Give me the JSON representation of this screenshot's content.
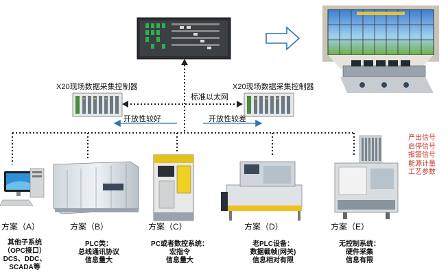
{
  "controllers": {
    "left_label": "X20现场数据采集控制器",
    "right_label": "X20现场数据采集控制器"
  },
  "network": {
    "ethernet_label": "标准以太网",
    "openness_good": "开放性较好",
    "openness_poor": "开放性较差"
  },
  "signals": [
    "产出信号",
    "启停信号",
    "报警信号",
    "能源计量",
    "工艺参数"
  ],
  "schemes": [
    {
      "label": "方案（A）",
      "desc": [
        "其他子系统",
        "（OPC接口）",
        "DCS、DDC、",
        "SCADA等"
      ]
    },
    {
      "label": "方案（B）",
      "desc": [
        "PLC类：",
        "总线通讯协议",
        "信息量大"
      ]
    },
    {
      "label": "方案（C）",
      "desc": [
        "PC或者数控系统：",
        "宏指令",
        "信息量大"
      ]
    },
    {
      "label": "方案（D）",
      "desc": [
        "老PLC设备：",
        "数据截帧(网关)",
        "信息相对有限"
      ]
    },
    {
      "label": "方案（E）",
      "desc": [
        "无控制系统：",
        "硬件采集",
        "信息有限"
      ]
    }
  ],
  "colors": {
    "accent_blue": "#2e75b6",
    "signal_red": "#c0392b"
  }
}
